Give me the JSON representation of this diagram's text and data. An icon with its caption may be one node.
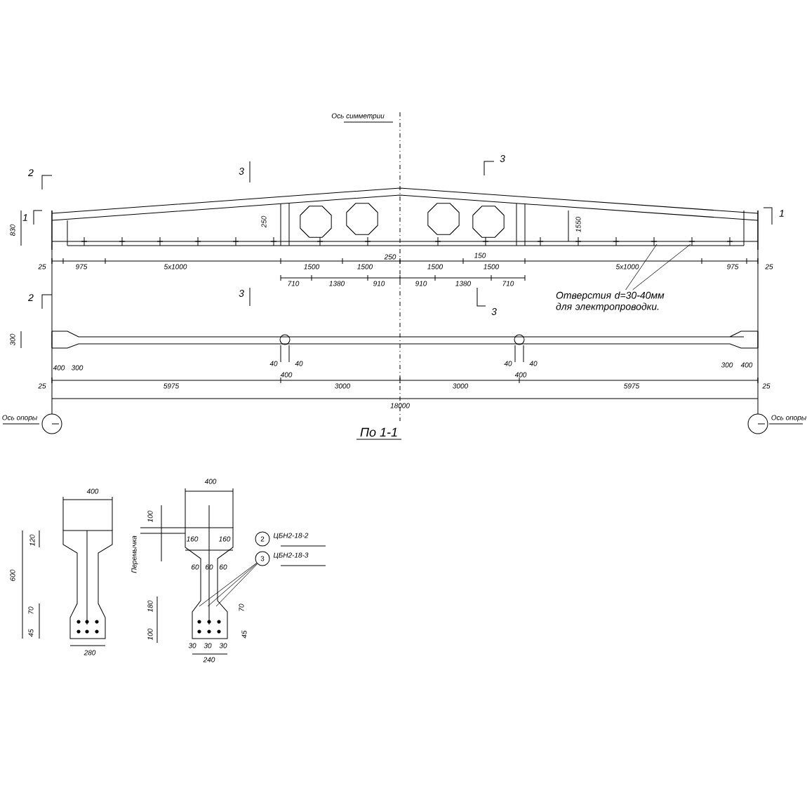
{
  "diagram": {
    "nodes": [
      {
        "text": [
          "Отверстия d=30-40мм для электропроводки."
        ]
      },
      {
        "text": [
          "2"
        ],
        "beside": [
          "ЦБН2-18-2"
        ]
      },
      {
        "text": [
          "3"
        ],
        "beside": [
          "ЦБН2-18-3"
        ]
      }
    ],
    "edges": [
      {
        "from": 0,
        "to": null,
        "arrow": "none"
      },
      {
        "from": 0,
        "to": null,
        "arrow": "none"
      },
      {
        "from": 2,
        "to": null,
        "arrow": "none"
      },
      {
        "from": 2,
        "to": null,
        "arrow": "none"
      },
      {
        "from": 2,
        "to": null,
        "arrow": "none"
      }
    ],
    "labels": [
      "Ось симметрии",
      "2",
      "3",
      "3",
      "1",
      "1",
      "830",
      "250",
      "1550",
      "250",
      "150",
      "25",
      "975",
      "5x1000",
      "1500",
      "1500",
      "1500",
      "1500",
      "5x1000",
      "975",
      "25",
      "710",
      "1380",
      "910",
      "910",
      "1380",
      "710",
      "2",
      "3",
      "3",
      "300",
      "400",
      "300",
      "40",
      "40",
      "400",
      "40",
      "40",
      "400",
      "25",
      "5975",
      "3000",
      "3000",
      "5975",
      "300",
      "400",
      "25",
      "18000",
      "Ось опоры",
      "Ось опоры",
      "По 1-1",
      "400",
      "120",
      "600",
      "70",
      "45",
      "280",
      "Перемычка",
      "400",
      "100",
      "160",
      "160",
      "60",
      "60",
      "60",
      "180",
      "100",
      "70",
      "45",
      "30",
      "30",
      "30",
      "240"
    ]
  }
}
